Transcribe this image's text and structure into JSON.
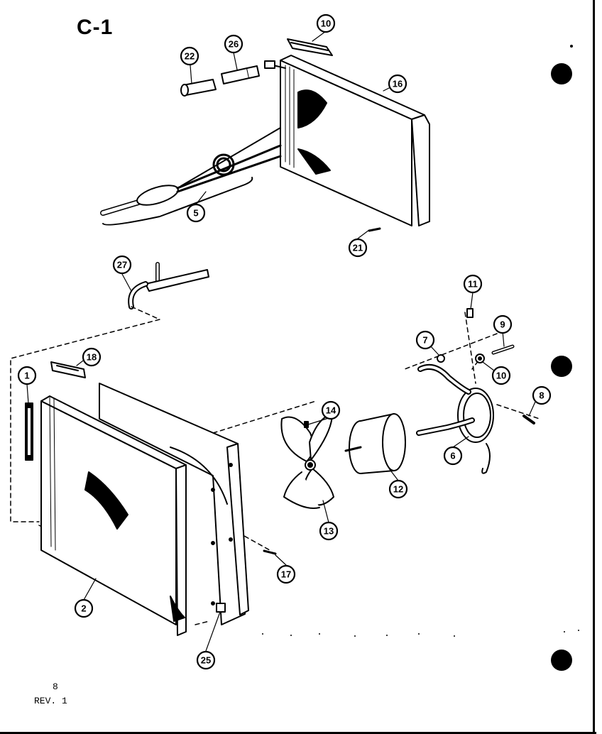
{
  "title": "C-1",
  "footer": {
    "page": "8",
    "revision": "REV. 1"
  },
  "callouts": {
    "condenser_coil": "16",
    "bracket_top": "10",
    "tube_22": "22",
    "tube_26": "26",
    "capillary_assembly": "5",
    "screw_21": "21",
    "tube_27": "27",
    "bracket_18": "18",
    "part_1": "1",
    "condenser_assembly": "2",
    "screw_17": "17",
    "clip_25": "25",
    "fan_blade": "13",
    "nut_14": "14",
    "motor": "12",
    "motor_mount": "6",
    "screw_11": "11",
    "screw_9": "9",
    "washer_7": "7",
    "washer_10": "10",
    "screw_8": "8"
  }
}
